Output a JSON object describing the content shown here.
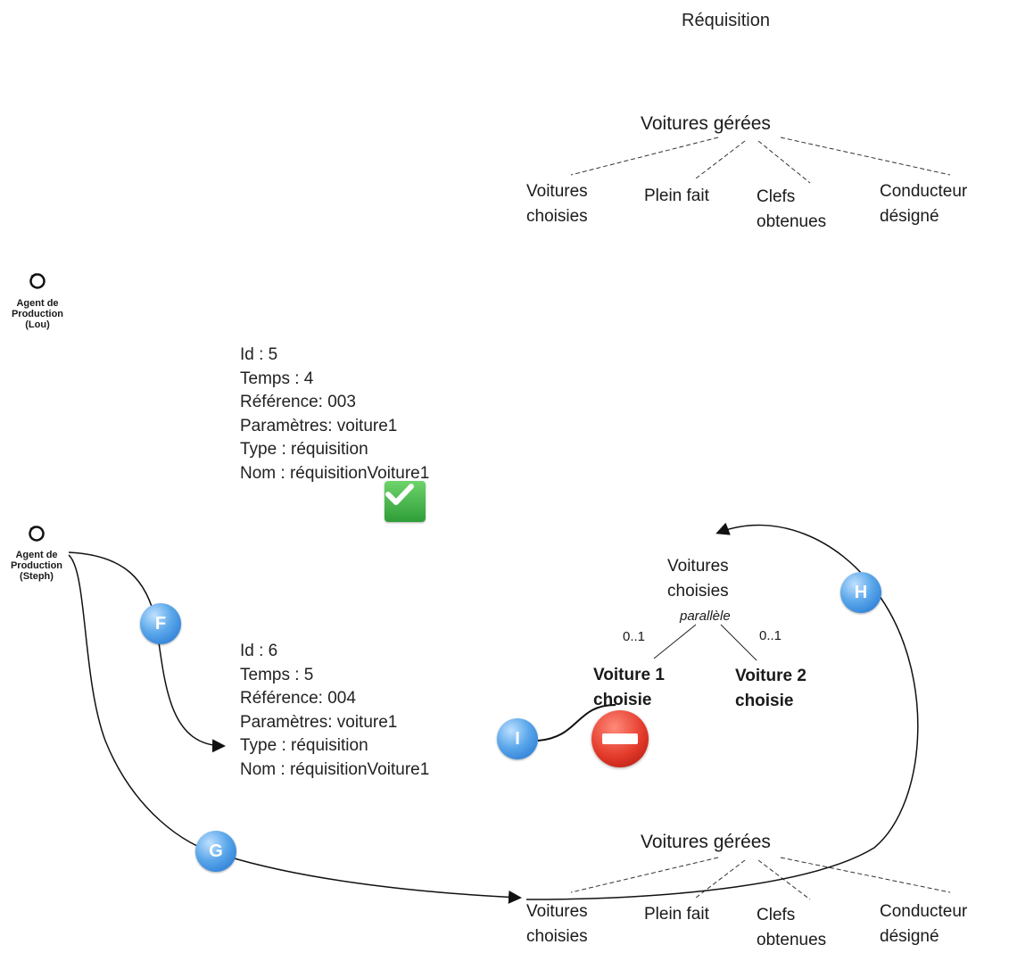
{
  "title": "Réquisition",
  "top_tree": {
    "root": "Voitures gérées",
    "leaves": [
      "Voitures choisies",
      "Plein fait",
      "Clefs obtenues",
      "Conducteur désigné"
    ]
  },
  "agents": {
    "lou": [
      "Agent de",
      "Production",
      "(Lou)"
    ],
    "steph": [
      "Agent de",
      "Production",
      "(Steph)"
    ]
  },
  "task5": [
    "Id : 5",
    "Temps : 4",
    "Référence: 003",
    "Paramètres: voiture1",
    "Type : réquisition",
    "Nom : réquisitionVoiture1"
  ],
  "task6": [
    "Id : 6",
    "Temps : 5",
    "Référence: 004",
    "Paramètres: voiture1",
    "Type : réquisition",
    "Nom : réquisitionVoiture1"
  ],
  "middle_tree": {
    "root": "Voitures choisies",
    "operator": "parallèle",
    "left_mult": "0..1",
    "right_mult": "0..1",
    "leaves": [
      "Voiture 1 choisie",
      "Voiture 2 choisie"
    ]
  },
  "bottom_tree": {
    "root": "Voitures gérées",
    "leaves": [
      "Voitures choisies",
      "Plein fait",
      "Clefs obtenues",
      "Conducteur désigné"
    ]
  },
  "badges": {
    "f": "F",
    "g": "G",
    "h": "H",
    "i": "I"
  },
  "status": {
    "task5": "check-icon",
    "task6": "forbidden-icon"
  },
  "colors": {
    "badge": "#3f8fe0",
    "check": "#3aa842",
    "forbid": "#d63325"
  }
}
